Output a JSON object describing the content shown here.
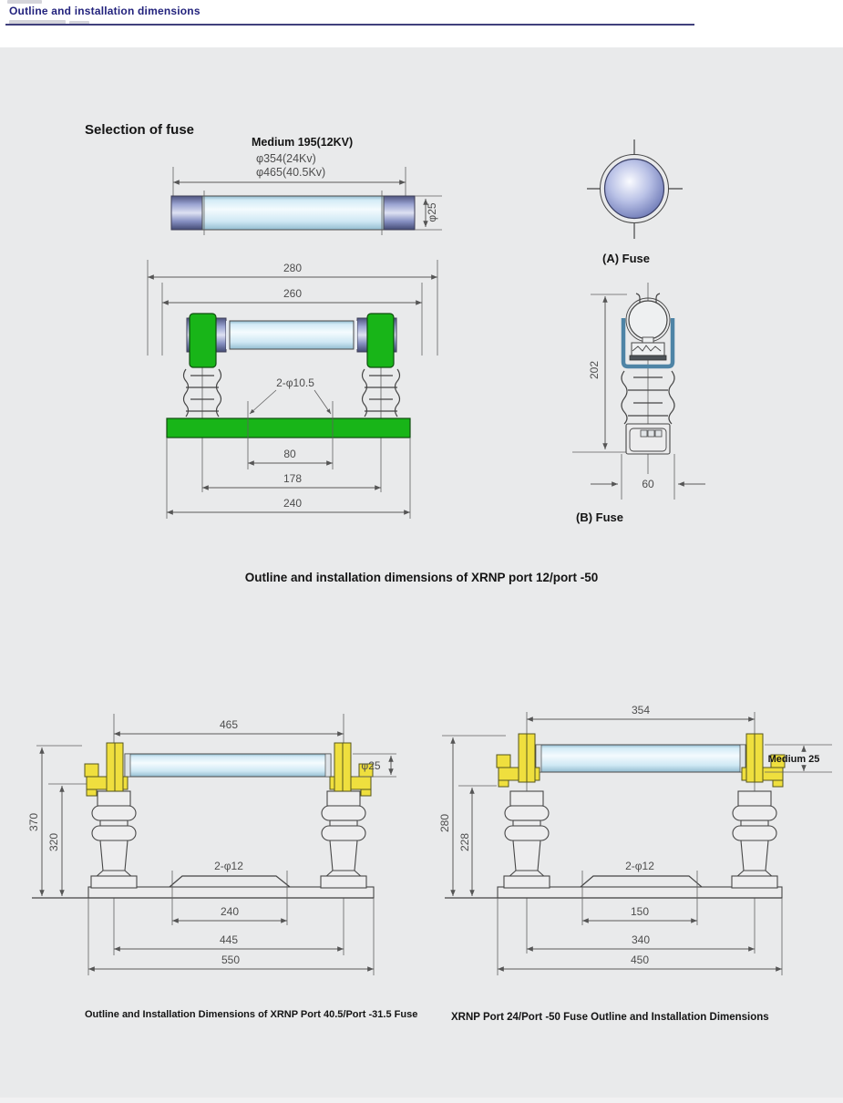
{
  "page": {
    "header_title": "Outline and installation dimensions",
    "section_title": "Outline and installation dimensions of XRNP port 12/port -50"
  },
  "selection": {
    "heading": "Selection of fuse",
    "medium_label": "Medium 195(12KV)",
    "len_24kv": "φ354(24Kv)",
    "len_405kv": "φ465(40.5Kv)",
    "tube_dia": "φ25"
  },
  "front_view": {
    "dim_overall": "280",
    "dim_inner": "260",
    "holes_label": "2-φ10.5",
    "dim_hole_span": "80",
    "dim_mid_span": "178",
    "dim_base": "240"
  },
  "fuse_a": {
    "label": "(A) Fuse"
  },
  "fuse_b": {
    "label": "(B) Fuse",
    "dim_height": "202",
    "dim_width": "60"
  },
  "install_left": {
    "dim_length": "465",
    "tube_dia": "φ25",
    "dim_height_total": "370",
    "dim_height_insulator": "320",
    "holes_label": "2-φ12",
    "dim_hole_span": "240",
    "dim_post_span": "445",
    "dim_base": "550",
    "caption": "Outline and Installation Dimensions of XRNP Port 40.5/Port -31.5 Fuse"
  },
  "install_right": {
    "dim_length": "354",
    "tube_dia": "Medium 25",
    "dim_height_total": "280",
    "dim_height_insulator": "228",
    "holes_label": "2-φ12",
    "dim_hole_span": "150",
    "dim_post_span": "340",
    "dim_base": "450",
    "caption": "XRNP Port 24/Port -50 Fuse Outline and Installation Dimensions"
  }
}
